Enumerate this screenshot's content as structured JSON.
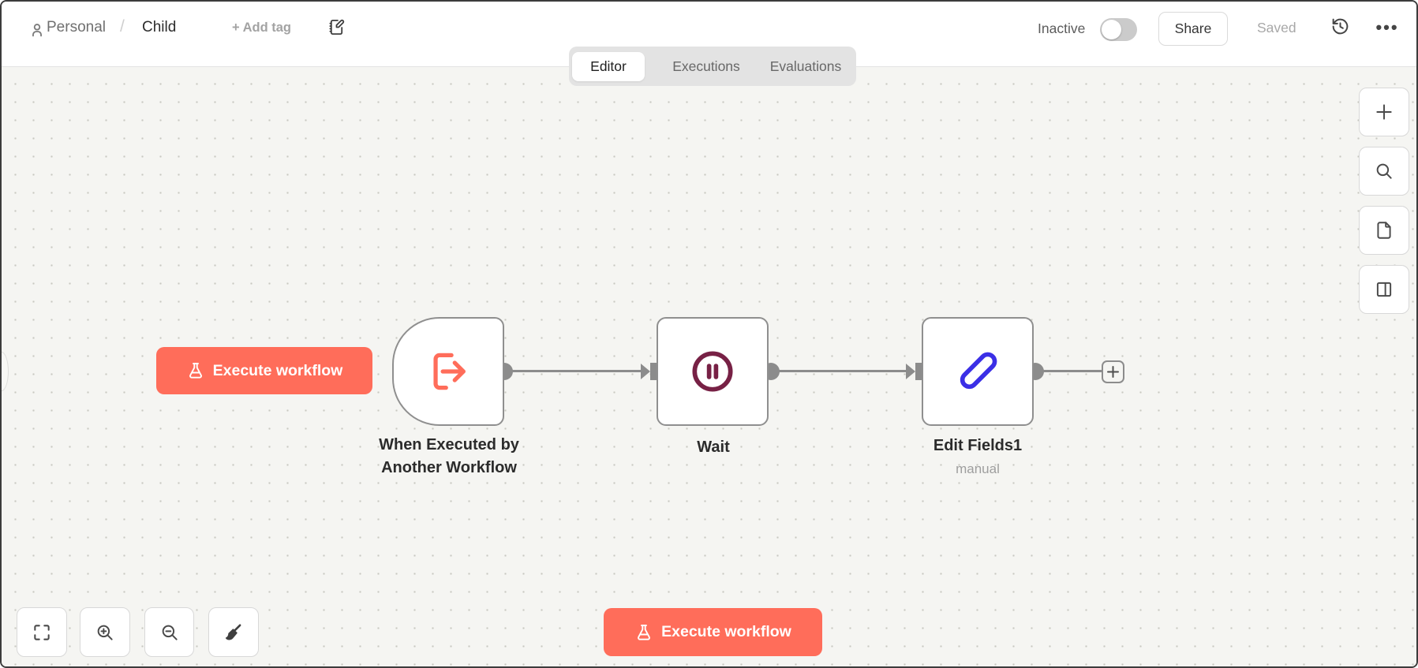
{
  "header": {
    "breadcrumb": {
      "project": "Personal",
      "separator": "/",
      "workflow_name": "Child"
    },
    "add_tag_label": "+ Add tag",
    "status_label": "Inactive",
    "status_active": false,
    "share_label": "Share",
    "saved_label": "Saved",
    "more_glyph": "•••"
  },
  "tabs": {
    "items": [
      {
        "label": "Editor",
        "active": true
      },
      {
        "label": "Executions",
        "active": false
      },
      {
        "label": "Evaluations",
        "active": false
      }
    ]
  },
  "canvas": {
    "execute_button_label": "Execute workflow",
    "bottom_execute_button_label": "Execute workflow",
    "plus_endpoint_glyph": "+",
    "nodes": [
      {
        "type": "execute-workflow-trigger",
        "label_line1": "When Executed by",
        "label_line2": "Another Workflow",
        "icon": "sign-out-arrow-icon"
      },
      {
        "type": "wait",
        "label": "Wait",
        "icon": "pause-circle-icon"
      },
      {
        "type": "edit-fields",
        "label": "Edit Fields1",
        "subtitle": "manual",
        "icon": "pen-icon"
      }
    ]
  },
  "toolbars": {
    "right": [
      {
        "name": "add-node",
        "icon": "plus-icon"
      },
      {
        "name": "search",
        "icon": "search-icon"
      },
      {
        "name": "sticky-note",
        "icon": "file-icon"
      },
      {
        "name": "toggle-panel",
        "icon": "split-panel-icon"
      }
    ],
    "bottom_left": [
      {
        "name": "fit-view",
        "icon": "fit-view-icon"
      },
      {
        "name": "zoom-in",
        "icon": "zoom-in-icon"
      },
      {
        "name": "zoom-out",
        "icon": "zoom-out-icon"
      },
      {
        "name": "tidy-up",
        "icon": "broom-icon"
      }
    ]
  },
  "colors": {
    "accent": "#ff6d5a",
    "wait_icon": "#772145",
    "edit_icon": "#3b2fe6",
    "connector": "#8c8c8c",
    "node_border": "#8f8f8f",
    "canvas_bg": "#f5f5f2"
  }
}
